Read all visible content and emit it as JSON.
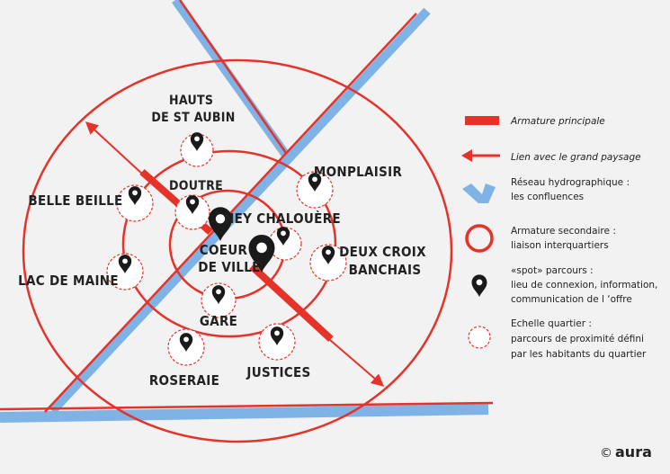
{
  "places": {
    "hauts_st_aubin": [
      "HAUTS",
      "DE ST AUBIN"
    ],
    "doutre": "DOUTRE",
    "belle_beille": "BELLE BEILLE",
    "ney_chalouere": "NEY CHALOUÈRE",
    "monplaisir": "MONPLAISIR",
    "deux_croix_banchais": [
      "DEUX CROIX",
      "BANCHAIS"
    ],
    "lac_de_maine": "LAC DE MAINE",
    "coeur_de_ville": [
      "COEUR",
      "DE VILLE"
    ],
    "gare": "GARE",
    "roseraie": "ROSERAIE",
    "justices": "JUSTICES"
  },
  "legend": {
    "armature_principale": "Armature principale",
    "lien_grand_paysage": "Lien avec le grand paysage",
    "reseau_hydro": [
      "Réseau hydrographique :",
      "les confluences"
    ],
    "armature_secondaire": [
      "Armature secondaire :",
      "liaison interquartiers"
    ],
    "spot_parcours": [
      "«spot» parcours :",
      "lieu de connexion, information,",
      "communication de l ‘offre"
    ],
    "echelle_quartier": [
      "Echelle quartier :",
      "parcours de proximité défini",
      "par les habitants du quartier"
    ]
  },
  "colors": {
    "red": "#e5332a",
    "blue": "#7fb2e5",
    "pin": "#1a1a1a",
    "background": "#f2f2f2"
  },
  "icons": [
    "map-pin-icon",
    "direction-arrow-icon",
    "confluence-river-icon",
    "ring-icon",
    "dashed-circle-icon"
  ],
  "copyright": {
    "symbol": "©",
    "brand": "aura"
  }
}
